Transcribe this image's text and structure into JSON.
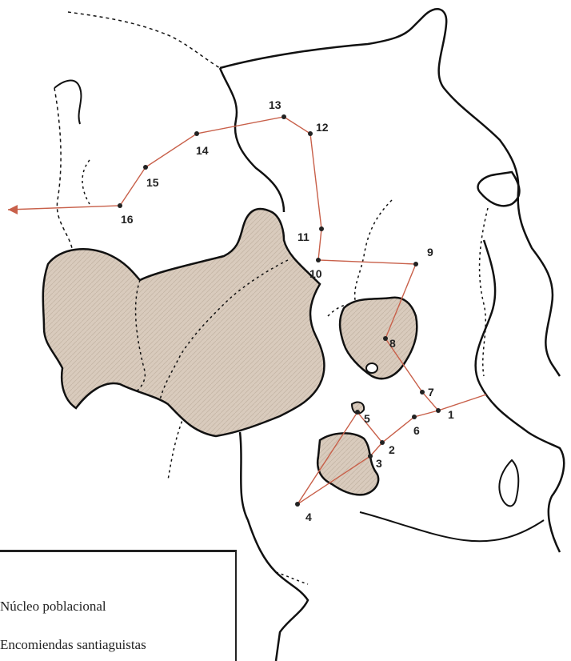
{
  "map": {
    "route_color": "#c8604a",
    "territory_fill": "#d9cbbd",
    "border_color": "#111111",
    "route_points": [
      {
        "id": "1",
        "label": "1"
      },
      {
        "id": "2",
        "label": "2"
      },
      {
        "id": "3",
        "label": "3"
      },
      {
        "id": "4",
        "label": "4"
      },
      {
        "id": "5",
        "label": "5"
      },
      {
        "id": "6",
        "label": "6"
      },
      {
        "id": "7",
        "label": "7"
      },
      {
        "id": "8",
        "label": "8"
      },
      {
        "id": "9",
        "label": "9"
      },
      {
        "id": "10",
        "label": "10"
      },
      {
        "id": "11",
        "label": "11"
      },
      {
        "id": "12",
        "label": "12"
      },
      {
        "id": "13",
        "label": "13"
      },
      {
        "id": "14",
        "label": "14"
      },
      {
        "id": "15",
        "label": "15"
      },
      {
        "id": "16",
        "label": "16"
      }
    ]
  },
  "legend": {
    "items": [
      {
        "label": "Núcleo poblacional"
      },
      {
        "label": "Encomiendas santiaguistas"
      }
    ]
  }
}
